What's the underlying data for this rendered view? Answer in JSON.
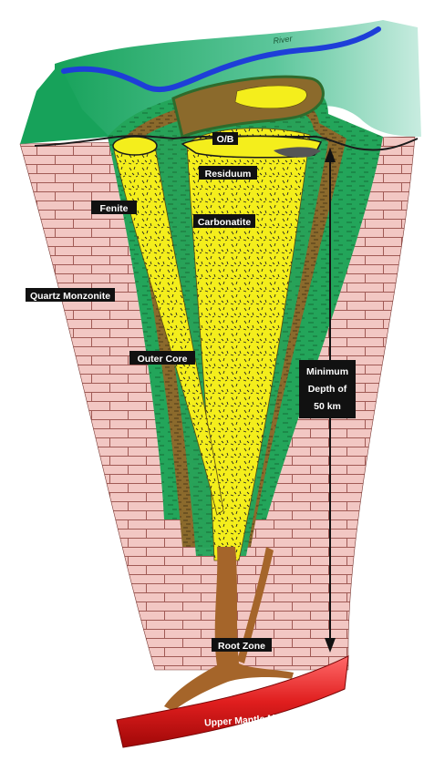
{
  "labels": {
    "ob": "O/B",
    "residuum": "Residuum",
    "fenite": "Fenite",
    "carbonatite": "Carbonatite",
    "quartz_monzonite": "Quartz Monzonite",
    "outer_core": "Outer Core",
    "minimum_depth": [
      "Minimum",
      "Depth of",
      "50 km"
    ],
    "root_zone": "Root Zone",
    "upper_mantle_magma": "Upper Mantle Magma",
    "river": "River"
  },
  "colors": {
    "brick": "#f2c7c3",
    "mortar": "#a05a55",
    "green": "#23a55a",
    "brown": "#8b6a2c",
    "yellow": "#f4ee1c",
    "root": "#a5652a",
    "river": "#1e3ed8",
    "magma": "#e01e1e"
  }
}
